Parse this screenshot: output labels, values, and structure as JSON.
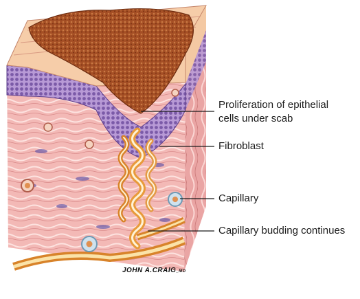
{
  "labels": {
    "epithelial_line1": "Proliferation of epithelial",
    "epithelial_line2": "cells under scab",
    "fibroblast": "Fibroblast",
    "capillary": "Capillary",
    "budding": "Capillary budding continues"
  },
  "signature": "JOHN A.CRAIG",
  "signature_suffix": "_MD",
  "colors": {
    "scab": "#9a4a22",
    "epidermis_purple": "#8e6bb8",
    "dermis_pink": "#f0b0ae",
    "capillary_budding": "#e8a23a",
    "leader_line": "#1a1a1a"
  }
}
